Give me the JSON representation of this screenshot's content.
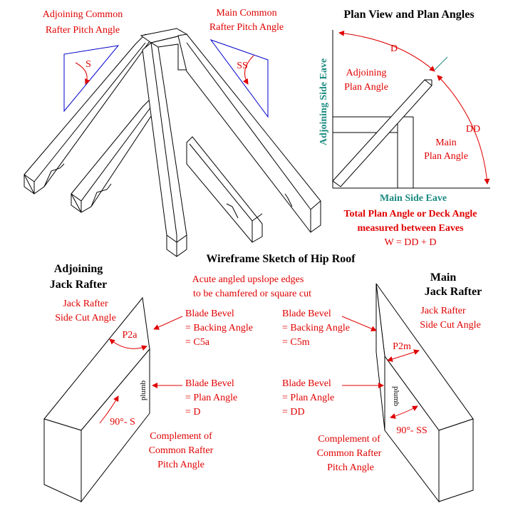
{
  "colors": {
    "red": "#e00000",
    "teal": "#1a8a80",
    "blue": "#0000cc",
    "black": "#000000"
  },
  "top_diagram": {
    "adjoining_common_label": [
      "Adjoining Common",
      "Rafter Pitch Angle"
    ],
    "main_common_label": [
      "Main Common",
      "Rafter Pitch Angle"
    ],
    "angle_s": "S",
    "angle_ss": "SS",
    "caption": "Wireframe Sketch of Hip Roof"
  },
  "plan_view": {
    "title": "Plan View and Plan Angles",
    "angle_d": "D",
    "angle_dd": "DD",
    "adjoining_plan_angle": [
      "Adjoining",
      "Plan Angle"
    ],
    "main_plan_angle": [
      "Main",
      "Plan Angle"
    ],
    "adjoining_side_eave": "Adjoining Side Eave",
    "main_side_eave": "Main Side Eave",
    "total_note": [
      "Total Plan Angle or Deck Angle",
      "measured between Eaves",
      "W = DD + D"
    ]
  },
  "adjoining_jack": {
    "title": [
      "Adjoining",
      "Jack Rafter"
    ],
    "side_cut": [
      "Jack Rafter",
      "Side Cut Angle"
    ],
    "p2": "P2a",
    "plumb": "plumb",
    "complement_angle": "90°- S"
  },
  "main_jack": {
    "title": [
      "Main",
      "Jack Rafter"
    ],
    "side_cut": [
      "Jack Rafter",
      "Side Cut Angle"
    ],
    "p2": "P2m",
    "plumb": "plumb",
    "complement_angle": "90°- SS"
  },
  "center_notes": {
    "acute_note": [
      "Acute angled upslope edges",
      "to be chamfered or square cut"
    ],
    "blade_backing_a": [
      "Blade Bevel",
      "= Backing Angle",
      "= C5a"
    ],
    "blade_backing_m": [
      "Blade Bevel",
      "= Backing Angle",
      "= C5m"
    ],
    "blade_plan_a": [
      "Blade Bevel",
      "= Plan Angle",
      "= D"
    ],
    "blade_plan_m": [
      "Blade Bevel",
      "= Plan Angle",
      "= DD"
    ],
    "complement_a": [
      "Complement of",
      "Common Rafter",
      "Pitch Angle"
    ],
    "complement_m": [
      "Complement of",
      "Common Rafter",
      "Pitch Angle"
    ]
  }
}
